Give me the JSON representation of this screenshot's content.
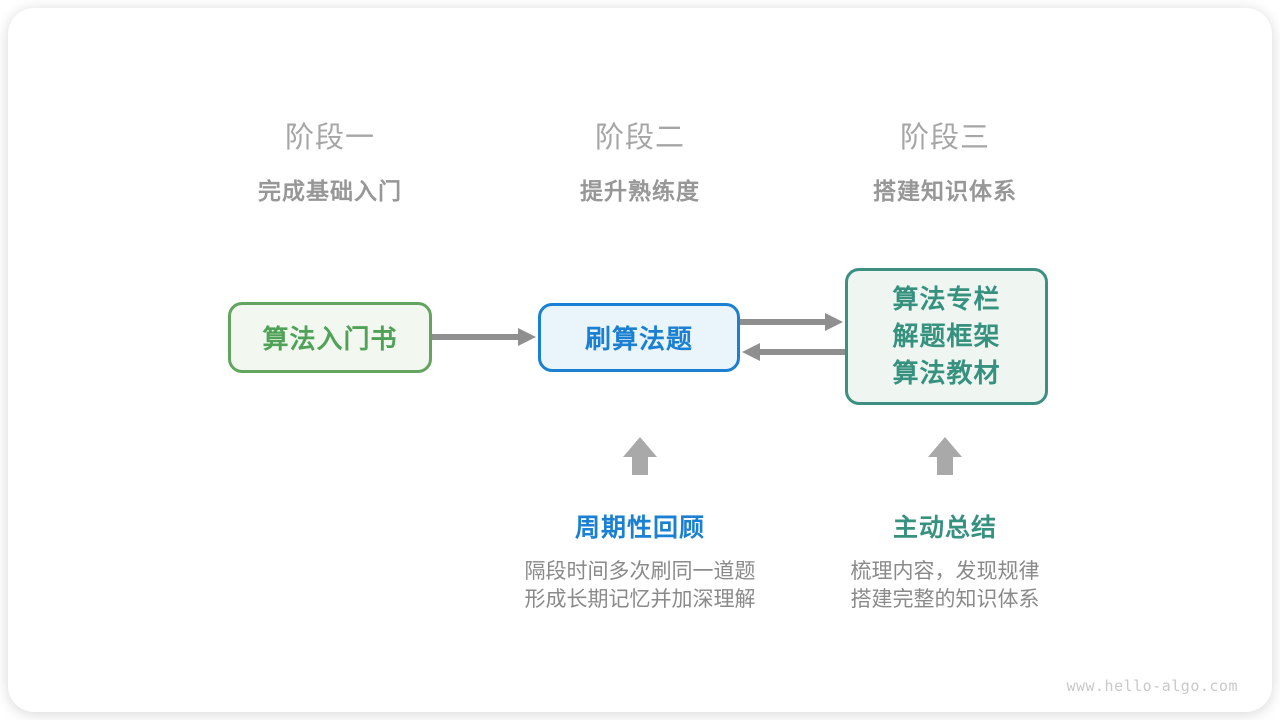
{
  "stages": [
    {
      "title": "阶段一",
      "subtitle": "完成基础入门"
    },
    {
      "title": "阶段二",
      "subtitle": "提升熟练度"
    },
    {
      "title": "阶段三",
      "subtitle": "搭建知识体系"
    }
  ],
  "nodes": {
    "intro_book": {
      "label": "算法入门书"
    },
    "practice": {
      "label": "刷算法题"
    },
    "resources": {
      "lines": [
        "算法专栏",
        "解题框架",
        "算法教材"
      ]
    }
  },
  "annotations": [
    {
      "title": "周期性回顾",
      "lines": [
        "隔段时间多次刷同一道题",
        "形成长期记忆并加深理解"
      ]
    },
    {
      "title": "主动总结",
      "lines": [
        "梳理内容，发现规律",
        "搭建完整的知识体系"
      ]
    }
  ],
  "watermark": "www.hello-algo.com",
  "icons": {
    "right_arrow": "→",
    "left_arrow": "←",
    "up_arrow": "▲"
  },
  "colors": {
    "green_border": "#63a55f",
    "green_text": "#4fa257",
    "green_fill": "#f2f8f0",
    "blue": "#1b80d2",
    "blue_fill": "#eaf4fb",
    "teal_border": "#3c8f81",
    "teal_text": "#36917f",
    "teal_fill": "#eff6f2",
    "arrow_gray": "#8f8f8f",
    "up_arrow_gray": "#a9a9a9",
    "stage_title_gray": "#a6a6a6",
    "stage_subtitle_gray": "#979797",
    "desc_gray": "#8a8a8a",
    "watermark_gray": "#c9c9c9"
  }
}
